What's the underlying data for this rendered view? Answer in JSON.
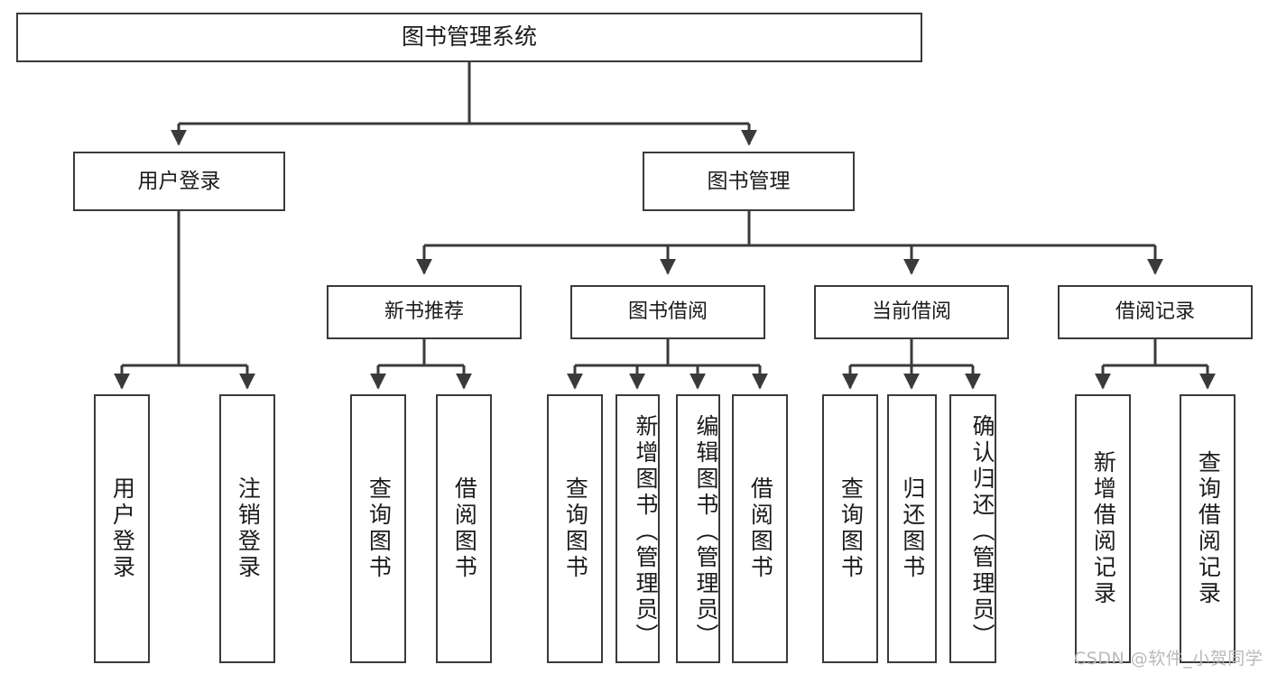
{
  "diagram": {
    "title": "图书管理系统",
    "type": "tree-hierarchy",
    "root": {
      "id": "root",
      "label": "图书管理系统"
    },
    "level2": [
      {
        "id": "user-login",
        "label": "用户登录"
      },
      {
        "id": "book-manage",
        "label": "图书管理"
      }
    ],
    "level3": [
      {
        "id": "new-book-recommend",
        "label": "新书推荐",
        "parent": "book-manage"
      },
      {
        "id": "book-borrow",
        "label": "图书借阅",
        "parent": "book-manage"
      },
      {
        "id": "current-borrow",
        "label": "当前借阅",
        "parent": "book-manage"
      },
      {
        "id": "borrow-record",
        "label": "借阅记录",
        "parent": "book-manage"
      }
    ],
    "leaves": [
      {
        "id": "leaf-user-login",
        "label": "用户登录",
        "parent": "user-login"
      },
      {
        "id": "leaf-logout",
        "label": "注销登录",
        "parent": "user-login"
      },
      {
        "id": "leaf-query-book-1",
        "label": "查询图书",
        "parent": "new-book-recommend"
      },
      {
        "id": "leaf-borrow-book-1",
        "label": "借阅图书",
        "parent": "new-book-recommend"
      },
      {
        "id": "leaf-query-book-2",
        "label": "查询图书",
        "parent": "book-borrow"
      },
      {
        "id": "leaf-add-book",
        "label": "新增图书（管理员）",
        "parent": "book-borrow"
      },
      {
        "id": "leaf-edit-book",
        "label": "编辑图书（管理员）",
        "parent": "book-borrow"
      },
      {
        "id": "leaf-borrow-book-2",
        "label": "借阅图书",
        "parent": "book-borrow"
      },
      {
        "id": "leaf-query-book-3",
        "label": "查询图书",
        "parent": "current-borrow"
      },
      {
        "id": "leaf-return-book",
        "label": "归还图书",
        "parent": "current-borrow"
      },
      {
        "id": "leaf-confirm-return",
        "label": "确认归还（管理员）",
        "parent": "current-borrow"
      },
      {
        "id": "leaf-add-record",
        "label": "新增借阅记录",
        "parent": "borrow-record"
      },
      {
        "id": "leaf-query-record",
        "label": "查询借阅记录",
        "parent": "borrow-record"
      }
    ]
  },
  "watermark": {
    "text": "CSDN @软件_小贺同学"
  },
  "colors": {
    "stroke": "#3a3a3a",
    "text": "#1b1b1b",
    "background": "#ffffff",
    "watermark": "#b9b9b9"
  }
}
